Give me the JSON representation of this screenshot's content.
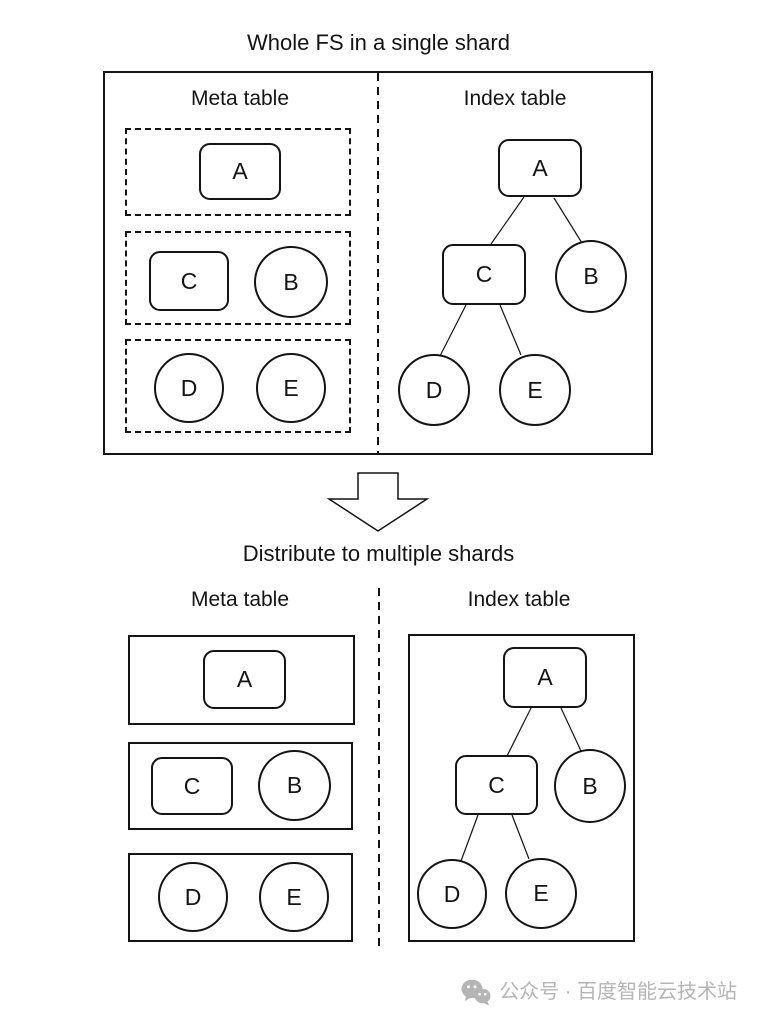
{
  "top_section": {
    "title": "Whole FS in a single shard",
    "meta_table": {
      "heading": "Meta table",
      "groups": [
        {
          "nodes": [
            {
              "label": "A",
              "shape": "rounded-rect"
            }
          ]
        },
        {
          "nodes": [
            {
              "label": "C",
              "shape": "rounded-rect"
            },
            {
              "label": "B",
              "shape": "circle"
            }
          ]
        },
        {
          "nodes": [
            {
              "label": "D",
              "shape": "circle"
            },
            {
              "label": "E",
              "shape": "circle"
            }
          ]
        }
      ]
    },
    "index_table": {
      "heading": "Index table",
      "tree": {
        "nodes": [
          {
            "label": "A",
            "shape": "rounded-rect"
          },
          {
            "label": "C",
            "shape": "rounded-rect"
          },
          {
            "label": "B",
            "shape": "circle"
          },
          {
            "label": "D",
            "shape": "circle"
          },
          {
            "label": "E",
            "shape": "circle"
          }
        ],
        "edges": [
          [
            "A",
            "C"
          ],
          [
            "A",
            "B"
          ],
          [
            "C",
            "D"
          ],
          [
            "C",
            "E"
          ]
        ]
      }
    }
  },
  "transition": {
    "arrow": "down-block-arrow",
    "label": "Distribute to multiple shards"
  },
  "bottom_section": {
    "meta_table": {
      "heading": "Meta table",
      "shards": [
        {
          "nodes": [
            {
              "label": "A",
              "shape": "rounded-rect"
            }
          ]
        },
        {
          "nodes": [
            {
              "label": "C",
              "shape": "rounded-rect"
            },
            {
              "label": "B",
              "shape": "circle"
            }
          ]
        },
        {
          "nodes": [
            {
              "label": "D",
              "shape": "circle"
            },
            {
              "label": "E",
              "shape": "circle"
            }
          ]
        }
      ]
    },
    "index_table": {
      "heading": "Index table",
      "tree": {
        "nodes": [
          {
            "label": "A",
            "shape": "rounded-rect"
          },
          {
            "label": "C",
            "shape": "rounded-rect"
          },
          {
            "label": "B",
            "shape": "circle"
          },
          {
            "label": "D",
            "shape": "circle"
          },
          {
            "label": "E",
            "shape": "circle"
          }
        ],
        "edges": [
          [
            "A",
            "C"
          ],
          [
            "A",
            "B"
          ],
          [
            "C",
            "D"
          ],
          [
            "C",
            "E"
          ]
        ]
      }
    }
  },
  "watermark": {
    "icon": "wechat-icon",
    "text": "公众号 · 百度智能云技术站",
    "color": "#b5b5b5"
  },
  "colors": {
    "stroke": "#141414",
    "background": "#ffffff"
  }
}
